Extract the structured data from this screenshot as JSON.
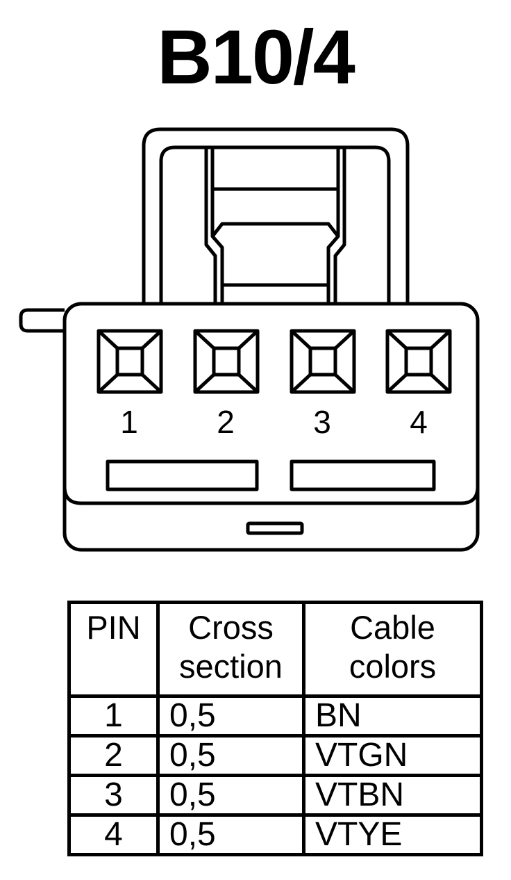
{
  "title": "B10/4",
  "pins": [
    {
      "label": "1"
    },
    {
      "label": "2"
    },
    {
      "label": "3"
    },
    {
      "label": "4"
    }
  ],
  "table": {
    "headers": {
      "pin": "PIN",
      "cross_section_line1": "Cross",
      "cross_section_line2": "section",
      "cable_colors_line1": "Cable",
      "cable_colors_line2": "colors"
    },
    "rows": [
      {
        "pin": "1",
        "cross_section": "0,5",
        "color": "BN"
      },
      {
        "pin": "2",
        "cross_section": "0,5",
        "color": "VTGN"
      },
      {
        "pin": "3",
        "cross_section": "0,5",
        "color": "VTBN"
      },
      {
        "pin": "4",
        "cross_section": "0,5",
        "color": "VTYE"
      }
    ]
  },
  "colors": {
    "line": "#000000",
    "background": "#ffffff"
  }
}
